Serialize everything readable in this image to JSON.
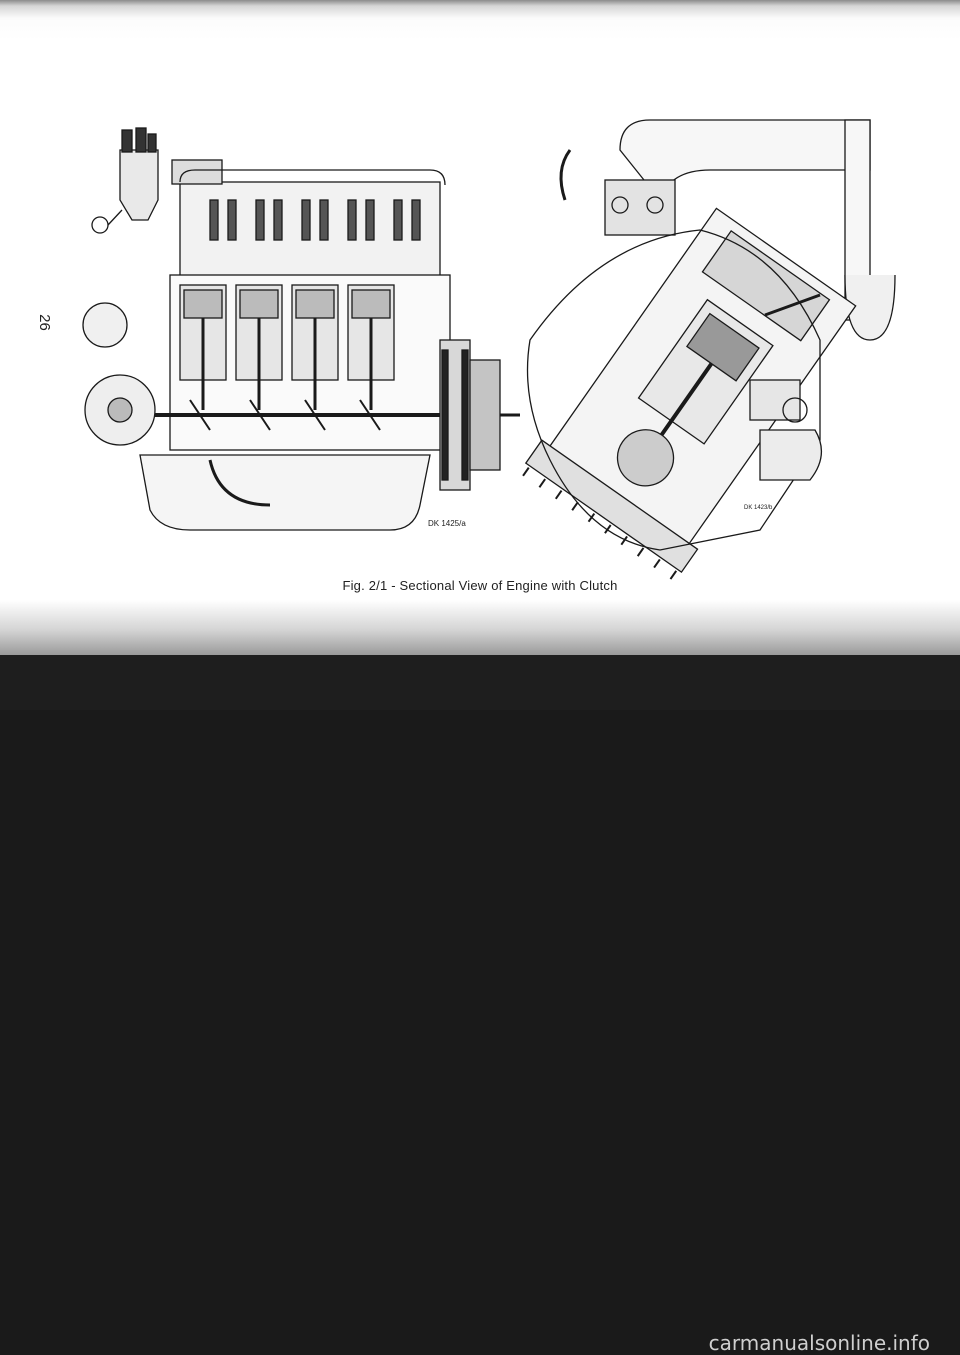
{
  "page": {
    "page_number": "26",
    "caption": "Fig. 2/1 - Sectional View of Engine with Clutch",
    "drawing_labels": {
      "left": "DK 1425/a",
      "right": "DK 1423/b"
    }
  },
  "figure": {
    "description_icons": [
      "engine-longitudinal-section",
      "engine-transverse-section"
    ],
    "line_color": "#1a1a1a"
  },
  "footer": {
    "watermark": "carmanualsonline.info"
  }
}
